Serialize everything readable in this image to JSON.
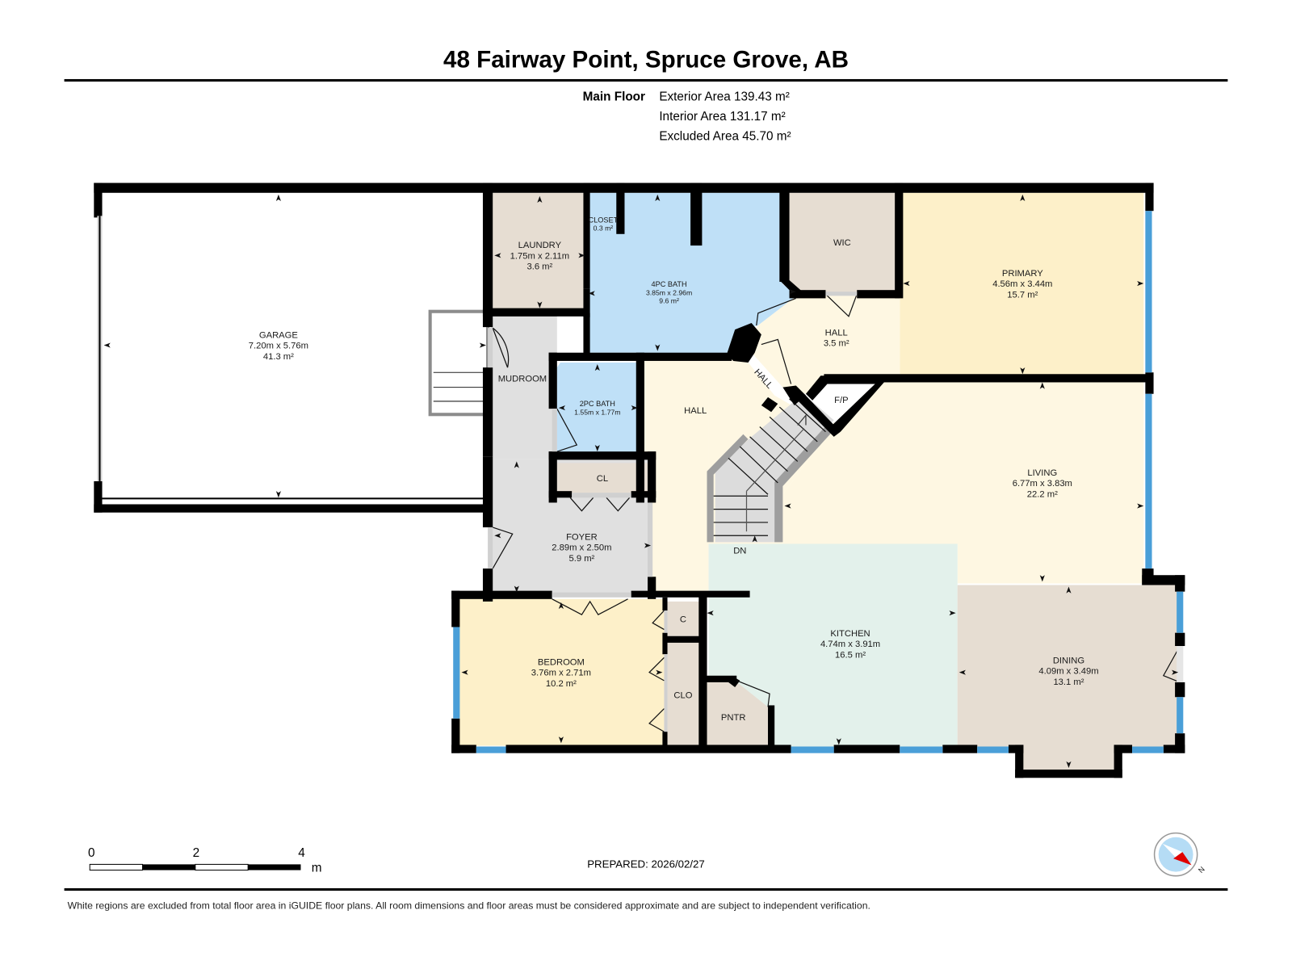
{
  "header": {
    "title": "48 Fairway Point, Spruce Grove, AB",
    "floor_label": "Main Floor",
    "exterior_area": "Exterior Area 139.43 m²",
    "interior_area": "Interior Area 131.17 m²",
    "excluded_area": "Excluded Area 45.70 m²"
  },
  "rooms": {
    "garage": {
      "name": "GARAGE",
      "dims": "7.20m x 5.76m",
      "area": "41.3 m²"
    },
    "laundry": {
      "name": "LAUNDRY",
      "dims": "1.75m x 2.11m",
      "area": "3.6 m²"
    },
    "closet": {
      "name": "CLOSET",
      "area": "0.3 m²"
    },
    "bath4": {
      "name": "4PC BATH",
      "dims": "3.85m x 2.96m",
      "area": "9.6 m²"
    },
    "wic": {
      "name": "WIC"
    },
    "primary": {
      "name": "PRIMARY",
      "dims": "4.56m x 3.44m",
      "area": "15.7 m²"
    },
    "hall_upper": {
      "name": "HALL",
      "area": "3.5 m²"
    },
    "hall_diag": {
      "name": "HALL"
    },
    "mudroom": {
      "name": "MUDROOM"
    },
    "bath2": {
      "name": "2PC BATH",
      "dims": "1.55m x 1.77m"
    },
    "hall_main": {
      "name": "HALL"
    },
    "fp": {
      "name": "F/P"
    },
    "living": {
      "name": "LIVING",
      "dims": "6.77m x 3.83m",
      "area": "22.2 m²"
    },
    "cl": {
      "name": "CL"
    },
    "foyer": {
      "name": "FOYER",
      "dims": "2.89m x 2.50m",
      "area": "5.9 m²"
    },
    "stairs": {
      "name": "DN"
    },
    "kitchen": {
      "name": "KITCHEN",
      "dims": "4.74m x 3.91m",
      "area": "16.5 m²"
    },
    "dining": {
      "name": "DINING",
      "dims": "4.09m x 3.49m",
      "area": "13.1 m²"
    },
    "bedroom": {
      "name": "BEDROOM",
      "dims": "3.76m x 2.71m",
      "area": "10.2 m²"
    },
    "c": {
      "name": "C"
    },
    "clo": {
      "name": "CLO"
    },
    "pntr": {
      "name": "PNTR"
    }
  },
  "colors": {
    "garage": "#ffffff",
    "utility": "#e6ddd2",
    "bath": "#bfe0f7",
    "bedroom": "#fdf0c9",
    "hall": "#fef7e2",
    "living": "#fef7e2",
    "mud_foyer": "#e0e0e0",
    "kitchen": "#e3f1eb",
    "dining": "#e6ddd2",
    "window": "#4a9fd8",
    "wall": "#000000"
  },
  "scale_bar": {
    "ticks": [
      "0",
      "2",
      "4"
    ],
    "unit": "m"
  },
  "prepared": "PREPARED: 2026/02/27",
  "compass": {
    "label": "N"
  },
  "footer": {
    "disclaimer": "White regions are excluded from total floor area in iGUIDE floor plans. All room dimensions and floor areas must be considered approximate and are subject to independent verification."
  }
}
